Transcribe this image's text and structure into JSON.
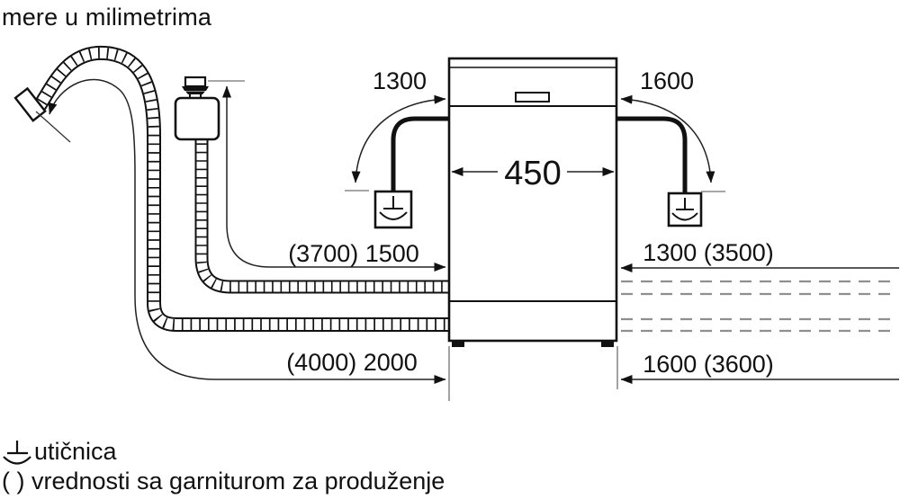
{
  "title": "mere u milimetrima",
  "diagram": {
    "appliance_width": "450",
    "cable_left": "1300",
    "cable_right": "1600",
    "supply_hose_front": "(3700) 1500",
    "drain_hose_front": "(4000) 2000",
    "supply_hose_right": "1300 (3500)",
    "drain_hose_right": "1600 (3600)"
  },
  "legend": {
    "socket_label": "utičnica",
    "parentheses_note": "( ) vrednosti sa garniturom za produženje"
  },
  "colors": {
    "line": "#111111",
    "thin_line": "#222222",
    "muted": "#8a8a8a",
    "background": "#ffffff"
  }
}
